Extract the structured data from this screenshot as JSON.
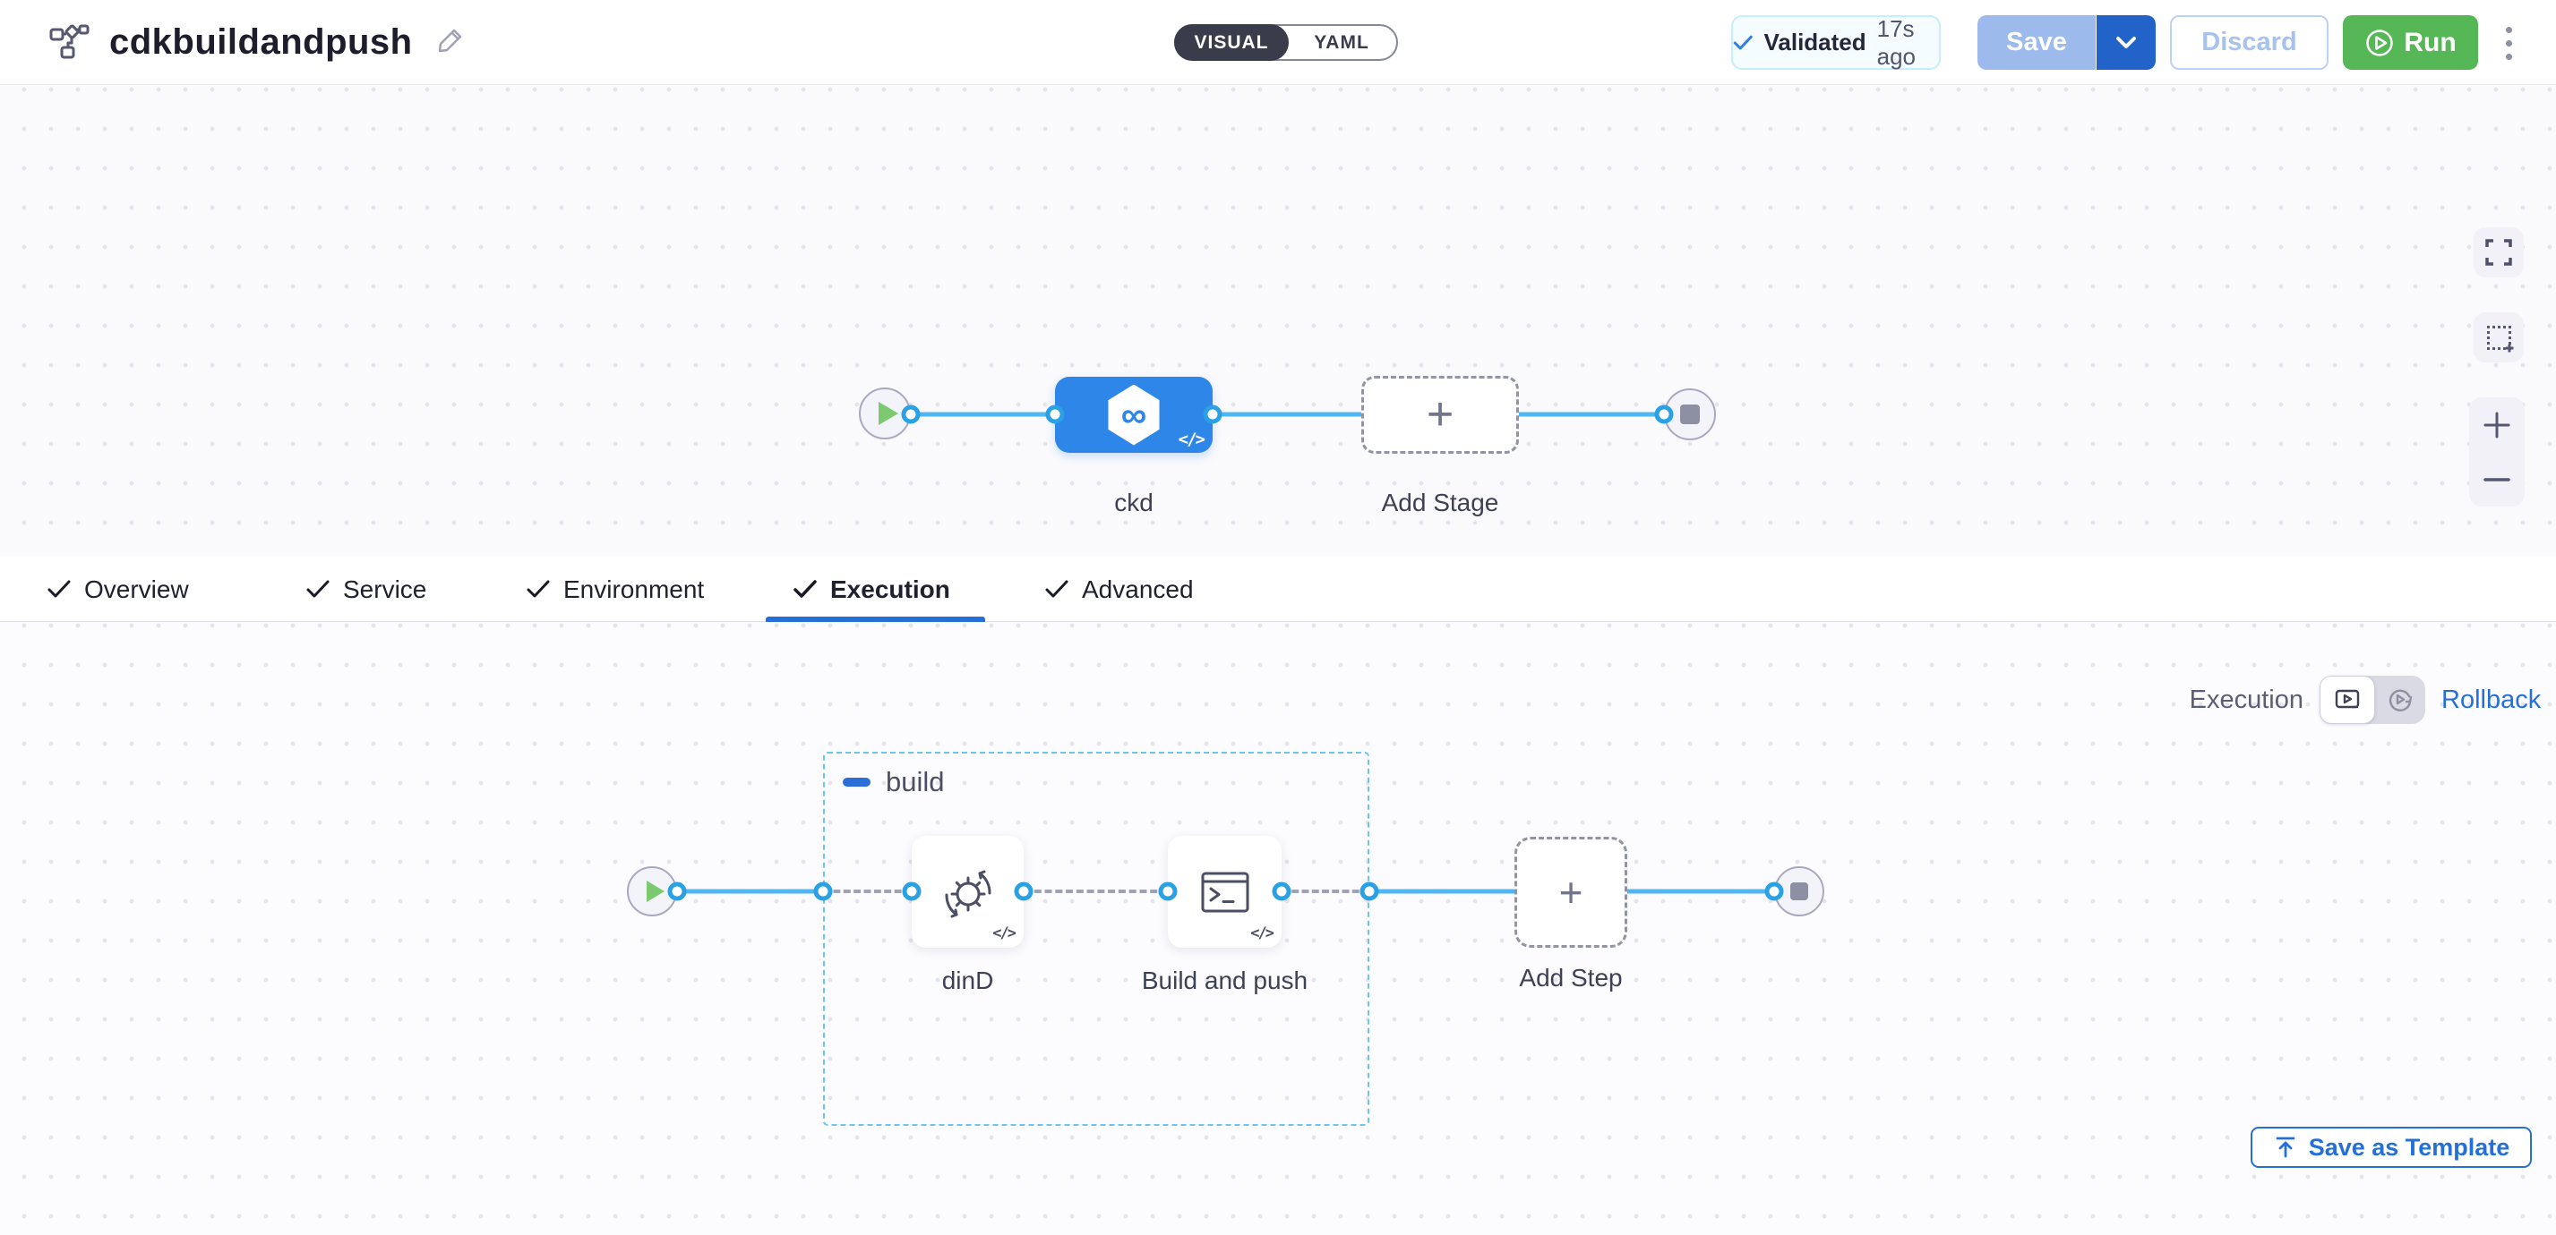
{
  "header": {
    "title": "cdkbuildandpush",
    "mode_toggle": {
      "visual": "VISUAL",
      "yaml": "YAML"
    },
    "validated": {
      "label": "Validated",
      "time": "17s ago"
    },
    "save_label": "Save",
    "discard_label": "Discard",
    "run_label": "Run"
  },
  "pipeline": {
    "stage_name": "ckd",
    "add_stage_label": "Add Stage",
    "code_glyph": "</>"
  },
  "tabs": [
    {
      "label": "Overview"
    },
    {
      "label": "Service"
    },
    {
      "label": "Environment"
    },
    {
      "label": "Execution"
    },
    {
      "label": "Advanced"
    }
  ],
  "tabbar": {
    "save_as_template_label": "Save as Template",
    "active_tab": "Execution"
  },
  "execution": {
    "mode_label": "Execution",
    "rollback_label": "Rollback",
    "group_name": "build",
    "steps": [
      {
        "name": "dinD"
      },
      {
        "name": "Build and push"
      }
    ],
    "add_step_label": "Add Step",
    "code_glyph": "</>"
  },
  "colors": {
    "accent_blue": "#2470d8",
    "stage_node_blue": "#2e86e8",
    "run_green": "#56b757",
    "wire_blue": "#4fb6f2",
    "port_ring_blue": "#2aa0e5",
    "group_border_blue": "#6cc6f2",
    "save_disabled_blue": "#9cbbec",
    "toggle_dark": "#3a3b4b",
    "validated_bg": "#f4fcff"
  }
}
